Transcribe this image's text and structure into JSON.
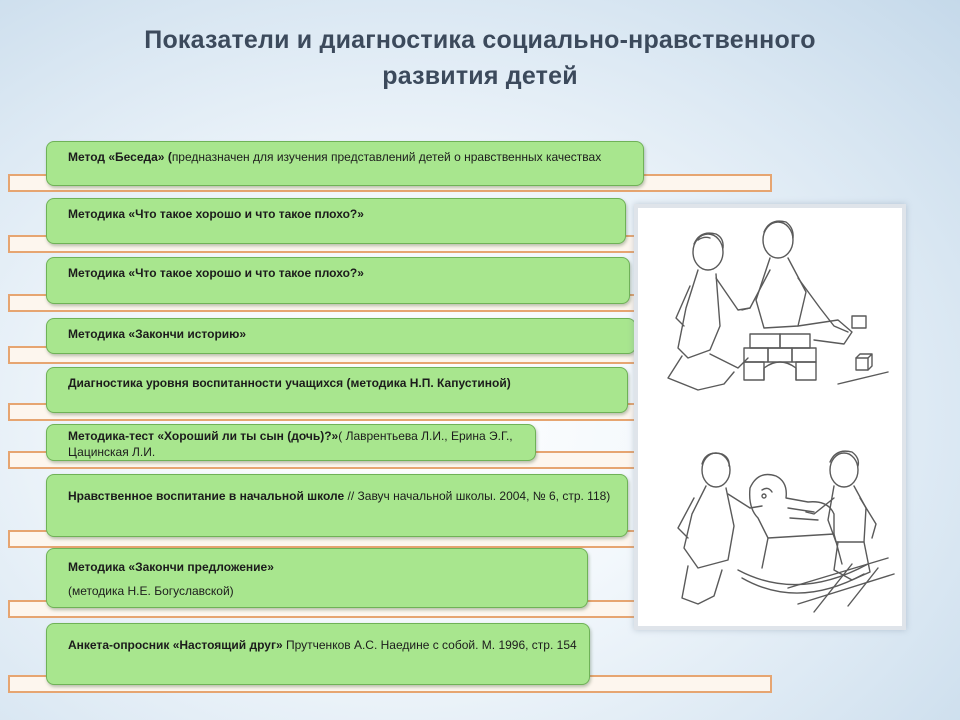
{
  "title": {
    "line1": "Показатели и диагностика социально-нравственного",
    "line2": "развития детей"
  },
  "items": [
    {
      "bold": "Метод «Беседа» (",
      "text": "предназначен для изучения представлений детей о нравственных качествах"
    },
    {
      "bold": "Методика «Что такое хорошо и что такое плохо?»",
      "text": ""
    },
    {
      "bold": "Методика «Что такое хорошо и что такое плохо?»",
      "text": ""
    },
    {
      "bold": "Методика «Закончи историю»",
      "text": ""
    },
    {
      "bold": "Диагностика уровня воспитанности учащихся (методика Н.П. Капустиной)",
      "text": ""
    },
    {
      "bold": "Методика-тест «Хороший ли ты сын (дочь)?»",
      "text": "( Лаврентьева Л.И., Ерина Э.Г., Цацинская Л.И."
    },
    {
      "bold": "Нравственное воспитание в начальной школе",
      "text": " // Завуч начальной школы. 2004, № 6, стр. 118)"
    },
    {
      "bold": "Методика «Закончи предложение»",
      "text": "(методика Н.Е. Богуславской)"
    },
    {
      "bold": "Анкета-опросник «Настоящий друг»",
      "text": " Прутченков А.С. Наедине с собой. М. 1996, стр. 154"
    }
  ],
  "illustration": {
    "top": "two boys building with blocks",
    "bottom": "two boys playing with a rocking horse"
  }
}
